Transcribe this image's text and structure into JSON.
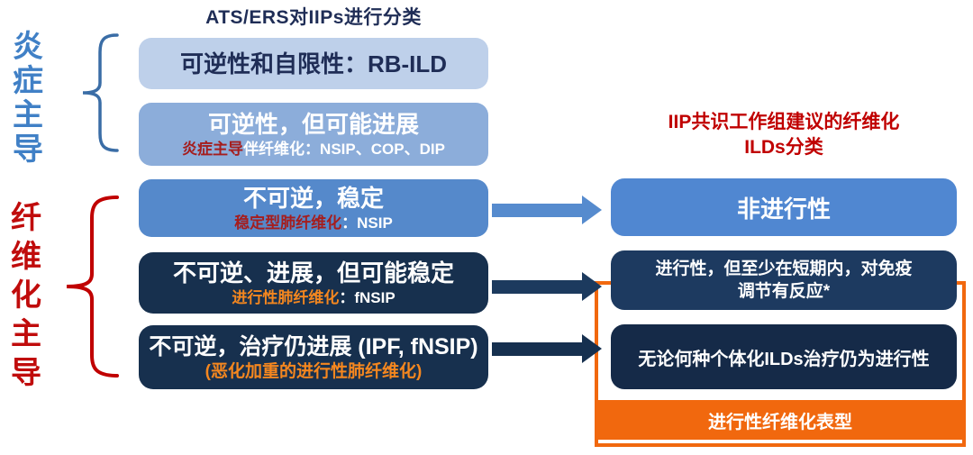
{
  "left_panel": {
    "title": "ATS/ERS对IIPs进行分类",
    "side_labels": {
      "inflammation": "炎症主导",
      "fibrosis": "纤维化主导"
    },
    "boxes": {
      "box1": {
        "main": "可逆性和自限性：RB-ILD"
      },
      "box2": {
        "main": "可逆性，但可能进展",
        "sub_red": "炎症主导",
        "sub_white": "伴纤维化：NSIP、COP、DIP"
      },
      "box3": {
        "main": "不可逆，稳定",
        "sub_red": "稳定型肺纤维化",
        "sub_white": "：NSIP"
      },
      "box4": {
        "main": "不可逆、进展，但可能稳定",
        "sub_orange": "进行性肺纤维化",
        "sub_white": "：fNSIP"
      },
      "box5": {
        "main": "不可逆，治疗仍进展 (IPF, fNSIP)",
        "sub_orange": "(恶化加重的进行性肺纤维化)"
      }
    }
  },
  "right_panel": {
    "title_line1": "IIP共识工作组建议的纤维化",
    "title_line2": "ILDs分类",
    "boxes": {
      "box1": {
        "main": "非进行性"
      },
      "box2": {
        "main_line1": "进行性，但至少在短期内，对免疫",
        "main_line2": "调节有反应*"
      },
      "box3": {
        "main": "无论何种个体化ILDs治疗仍为进行性"
      }
    },
    "orange_bar_label": "进行性纤维化表型"
  },
  "colors": {
    "navy_text": "#1f2d56",
    "red_title": "#c00000",
    "blue_side_label": "#4080c6",
    "red_side_label": "#c00c0c",
    "box_light_blue": "#bed0ea",
    "box_medium_light_blue": "#8cadda",
    "box_medium_blue": "#5589cb",
    "box_dark_navy": "#17304e",
    "right_box_blue": "#5087d1",
    "right_box_navy": "#1d3a60",
    "right_box_dark_navy": "#152a48",
    "orange": "#f1680e",
    "sub_dark_red": "#a51d1d",
    "sub_orange": "#f5871f"
  }
}
